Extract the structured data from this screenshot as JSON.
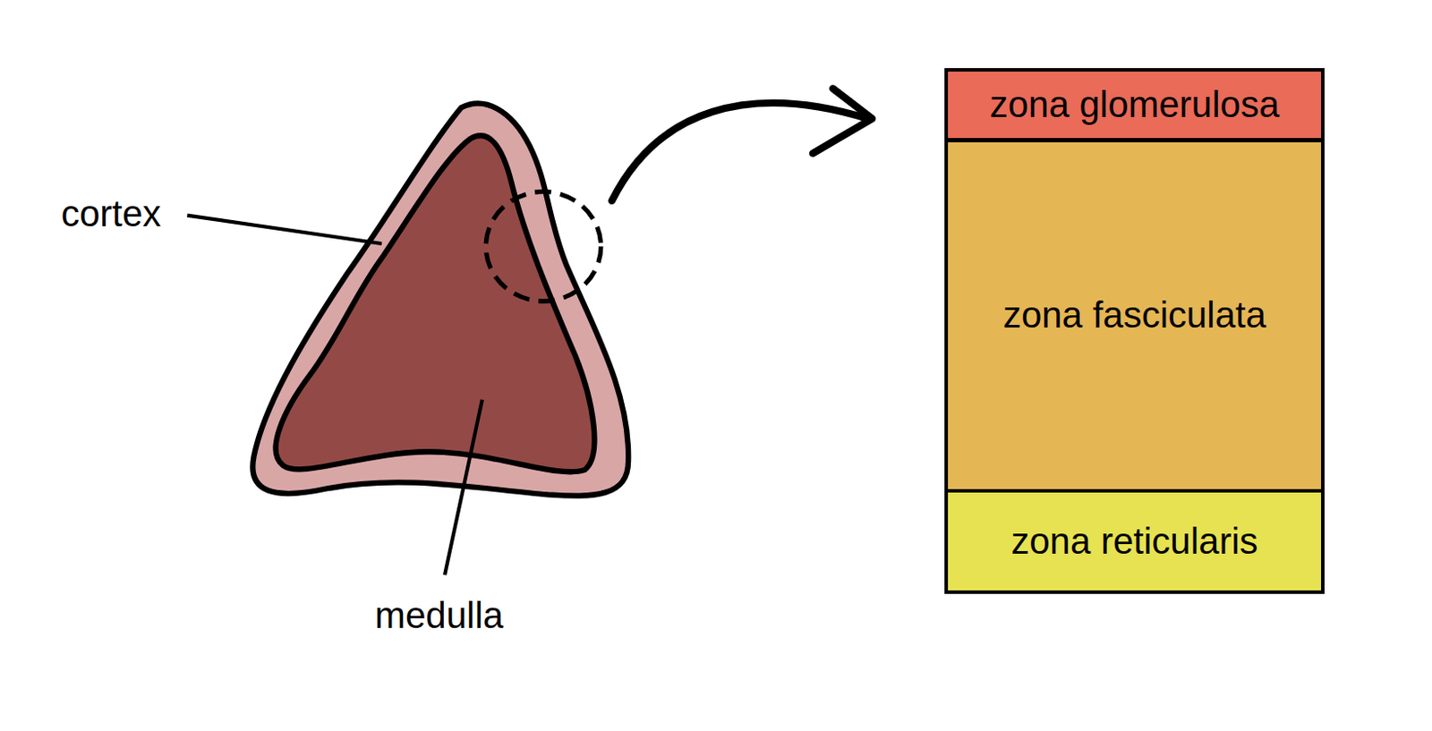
{
  "diagram": {
    "nodes": [
      {
        "text": [
          "zona glomerulosa"
        ]
      },
      {
        "text": [
          "zona fasciculata"
        ]
      },
      {
        "text": [
          "zona reticularis"
        ]
      }
    ],
    "labels": [
      "cortex",
      "medulla"
    ]
  }
}
